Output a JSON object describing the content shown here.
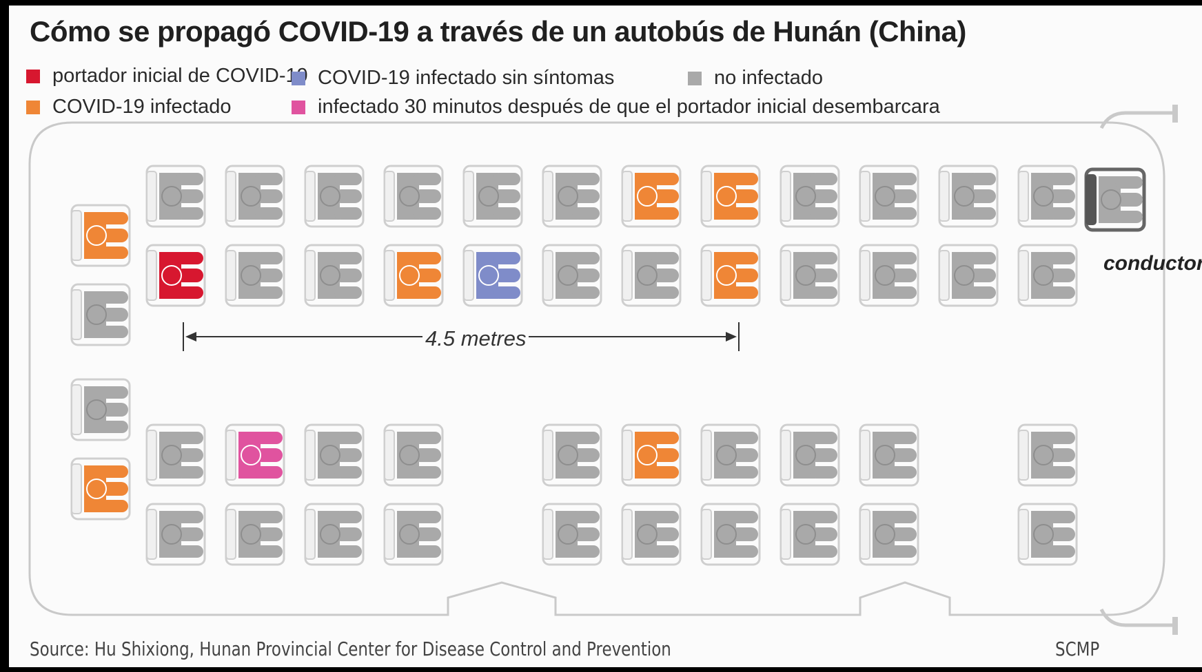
{
  "title": "Cómo se propagó COVID-19 a través de un autobús de Hunán (China)",
  "legend": {
    "initial_carrier": "portador inicial de COVID-19",
    "asymptomatic": "COVID-19 infectado sin síntomas",
    "not_infected": "no infectado",
    "infected": "COVID-19 infectado",
    "infected_after": "infectado 30 minutos después de que el portador inicial desembarcara"
  },
  "colors": {
    "initial_carrier": "#d7172f",
    "asymptomatic": "#7f8cc9",
    "not_infected": "#a9a9a9",
    "infected": "#ef8636",
    "infected_after": "#e0539f"
  },
  "driver_label": "conductor",
  "distance_label": "4.5 metres",
  "source": "Source: Hu Shixiong, Hunan Provincial Center for Disease Control and Prevention",
  "credit": "SCMP",
  "seating": {
    "back_bench": [
      "infected",
      "not_infected",
      "not_infected",
      "infected"
    ],
    "left_window_row": [
      "not_infected",
      "not_infected",
      "not_infected",
      "not_infected",
      "not_infected",
      "not_infected",
      "infected",
      "infected",
      "not_infected",
      "not_infected",
      "not_infected",
      "not_infected"
    ],
    "left_aisle_row": [
      "initial_carrier",
      "not_infected",
      "not_infected",
      "infected",
      "asymptomatic",
      "not_infected",
      "not_infected",
      "infected",
      "not_infected",
      "not_infected",
      "not_infected",
      "not_infected"
    ],
    "right_aisle_row": [
      "not_infected",
      "infected_after",
      "not_infected",
      "not_infected",
      null,
      "not_infected",
      "infected",
      "not_infected",
      "not_infected",
      "not_infected",
      null,
      "not_infected"
    ],
    "right_window_row": [
      "not_infected",
      "not_infected",
      "not_infected",
      "not_infected",
      null,
      "not_infected",
      "not_infected",
      "not_infected",
      "not_infected",
      "not_infected",
      null,
      "not_infected"
    ],
    "driver": "not_infected"
  }
}
